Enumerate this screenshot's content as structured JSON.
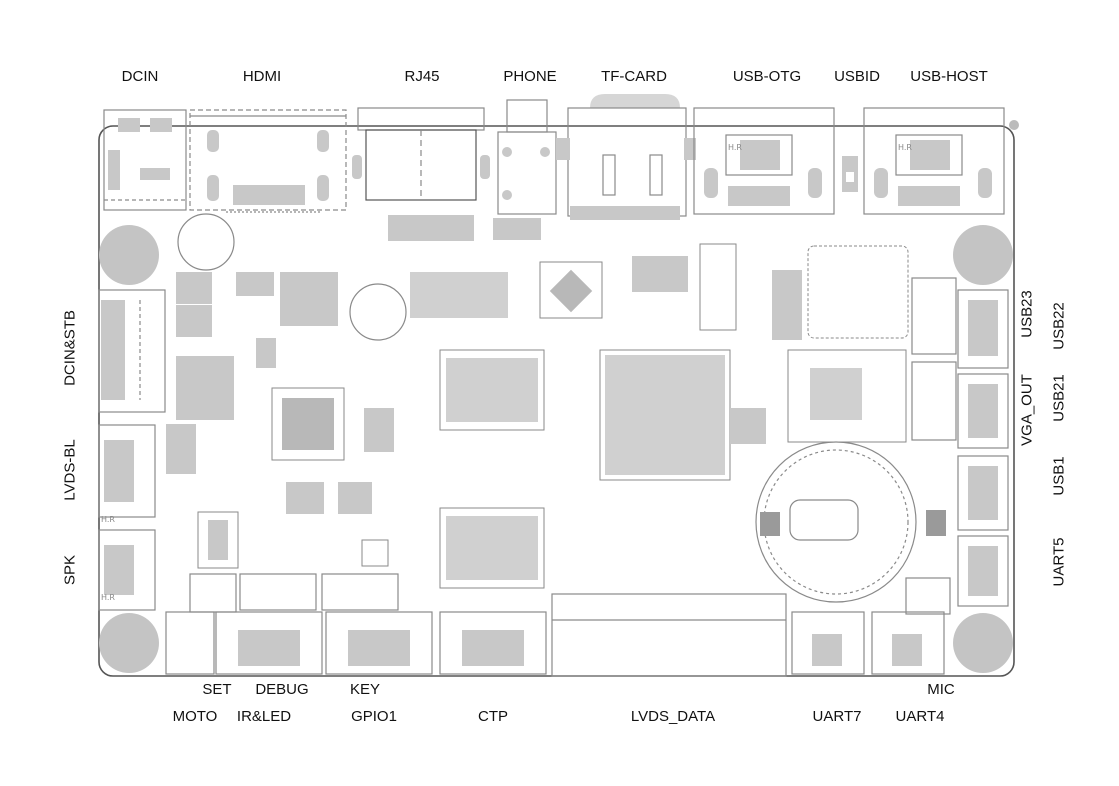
{
  "labels": {
    "top": {
      "dcin": "DCIN",
      "hdmi": "HDMI",
      "rj45": "RJ45",
      "phone": "PHONE",
      "tf_card": "TF-CARD",
      "usb_otg": "USB-OTG",
      "usbid": "USBID",
      "usb_host": "USB-HOST"
    },
    "left": {
      "dcin_stb": "DCIN&STB",
      "lvds_bl": "LVDS-BL",
      "spk": "SPK"
    },
    "right": {
      "usb23": "USB23",
      "usb22": "USB22",
      "vga_out": "VGA_OUT",
      "usb21": "USB21",
      "usb1": "USB1",
      "uart5": "UART5"
    },
    "bottom": {
      "set": "SET",
      "debug": "DEBUG",
      "key": "KEY",
      "mic": "MIC",
      "moto": "MOTO",
      "ir_led": "IR&LED",
      "gpio1": "GPIO1",
      "ctp": "CTP",
      "lvds_data": "LVDS_DATA",
      "uart7": "UART7",
      "uart4": "UART4"
    }
  },
  "colors": {
    "outline": "#8a8a8a",
    "component": "#c8c8c8",
    "component_dark": "#9a9a9a",
    "mount_hole": "#c4c4c4",
    "text": "#111111"
  }
}
